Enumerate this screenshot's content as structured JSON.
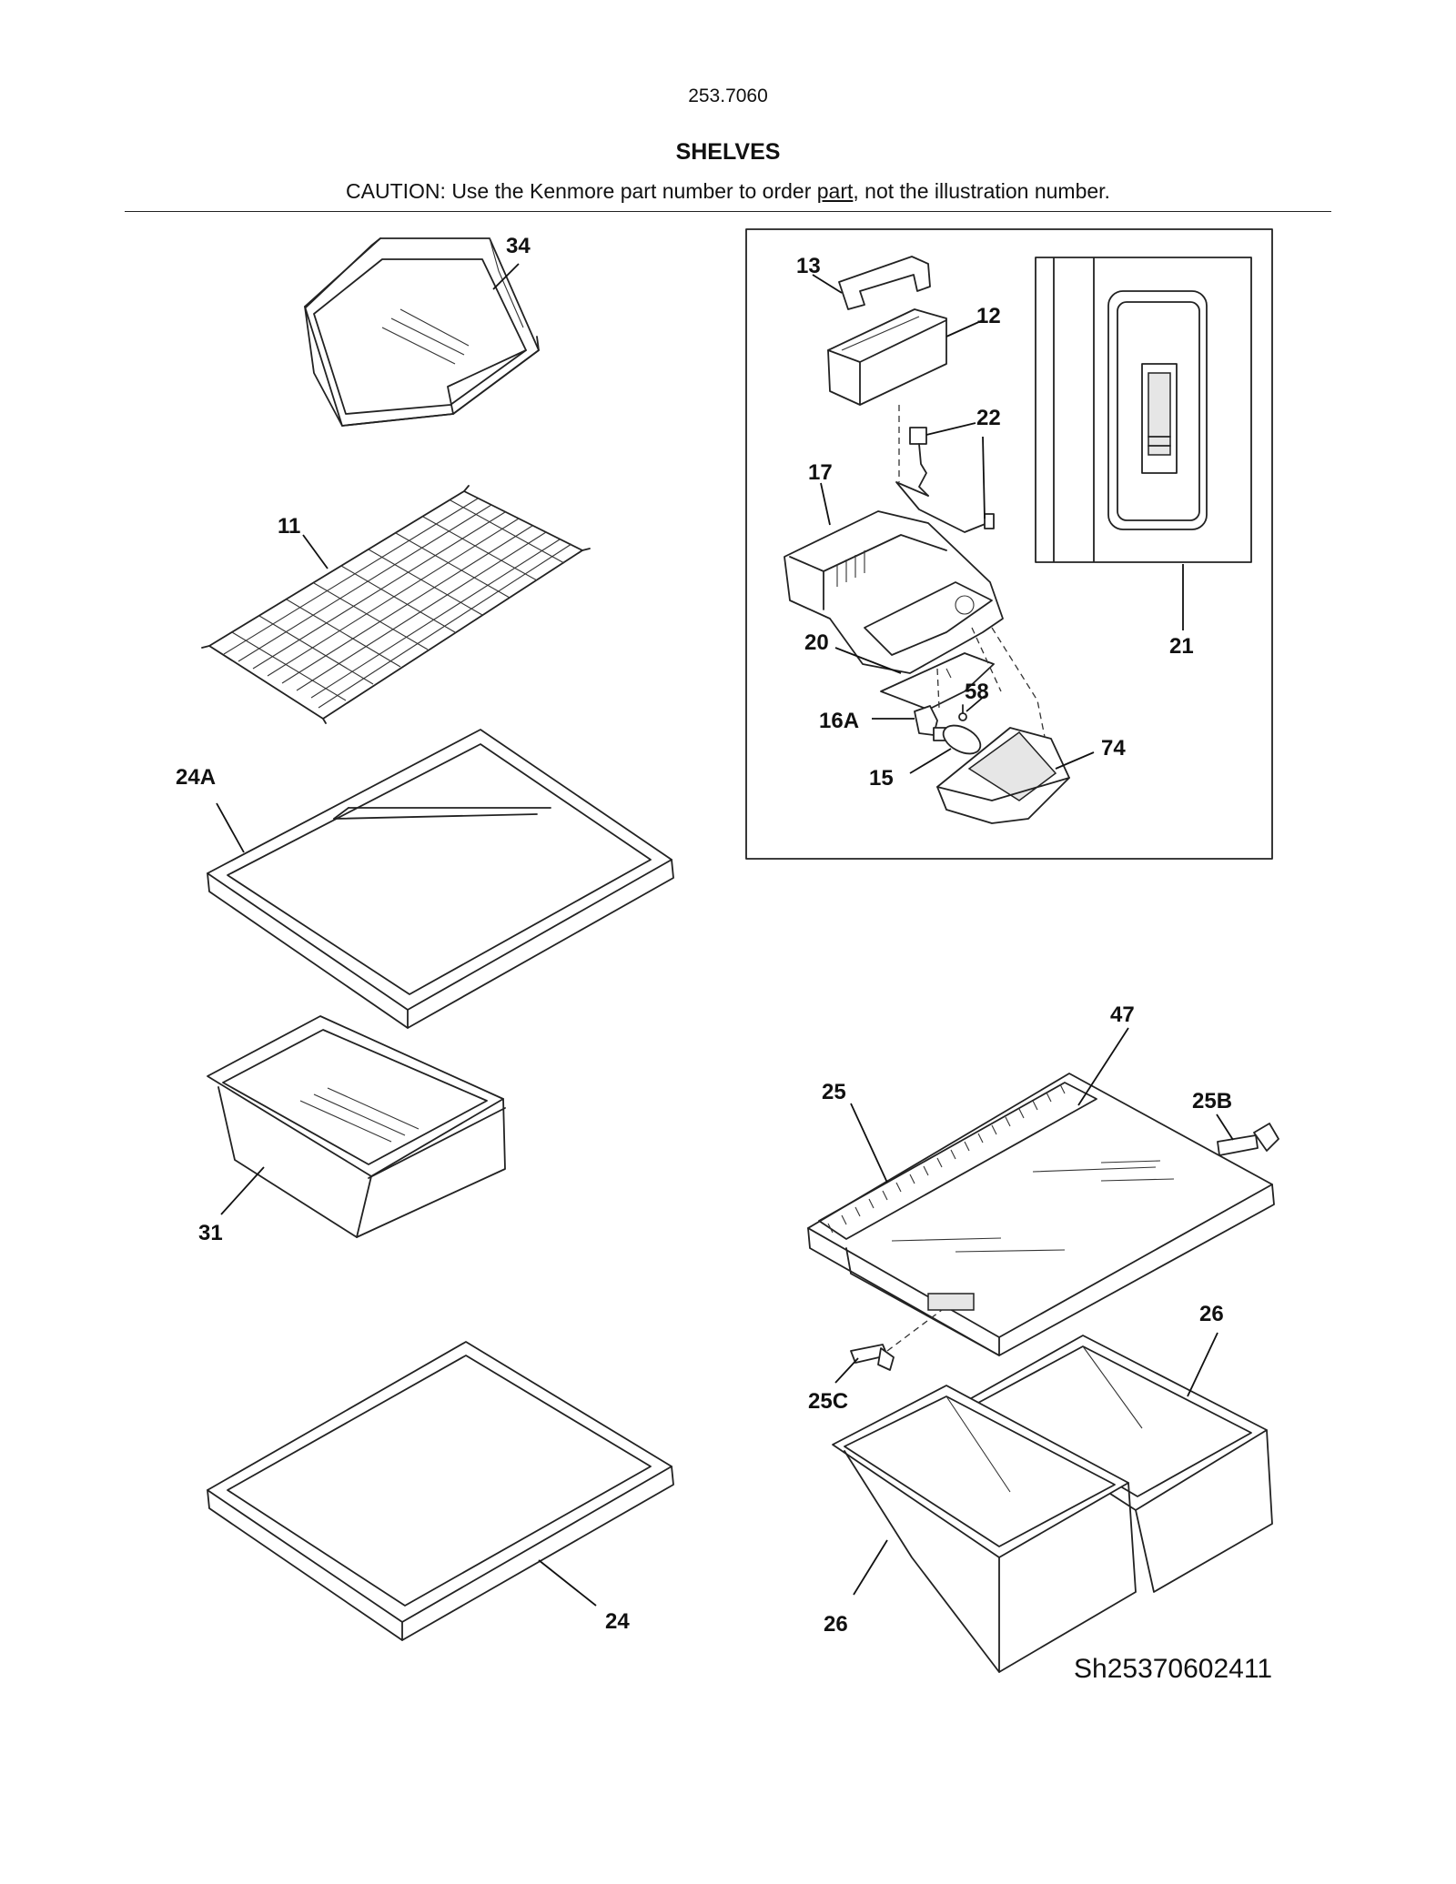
{
  "header": {
    "model_number": "253.7060",
    "section_title": "SHELVES",
    "caution_before": "CAUTION: Use the Kenmore part number to order ",
    "caution_underlined": "part",
    "caution_after": ", not the illustration number."
  },
  "callouts": {
    "c34": "34",
    "c11": "11",
    "c24A": "24A",
    "c31": "31",
    "c24": "24",
    "c13": "13",
    "c12": "12",
    "c22": "22",
    "c17": "17",
    "c20": "20",
    "c58": "58",
    "c16A": "16A",
    "c15": "15",
    "c74": "74",
    "c21": "21",
    "c47": "47",
    "c25": "25",
    "c25B": "25B",
    "c25C": "25C",
    "c26a": "26",
    "c26b": "26"
  },
  "footer": {
    "drawing_id": "Sh25370602411"
  }
}
